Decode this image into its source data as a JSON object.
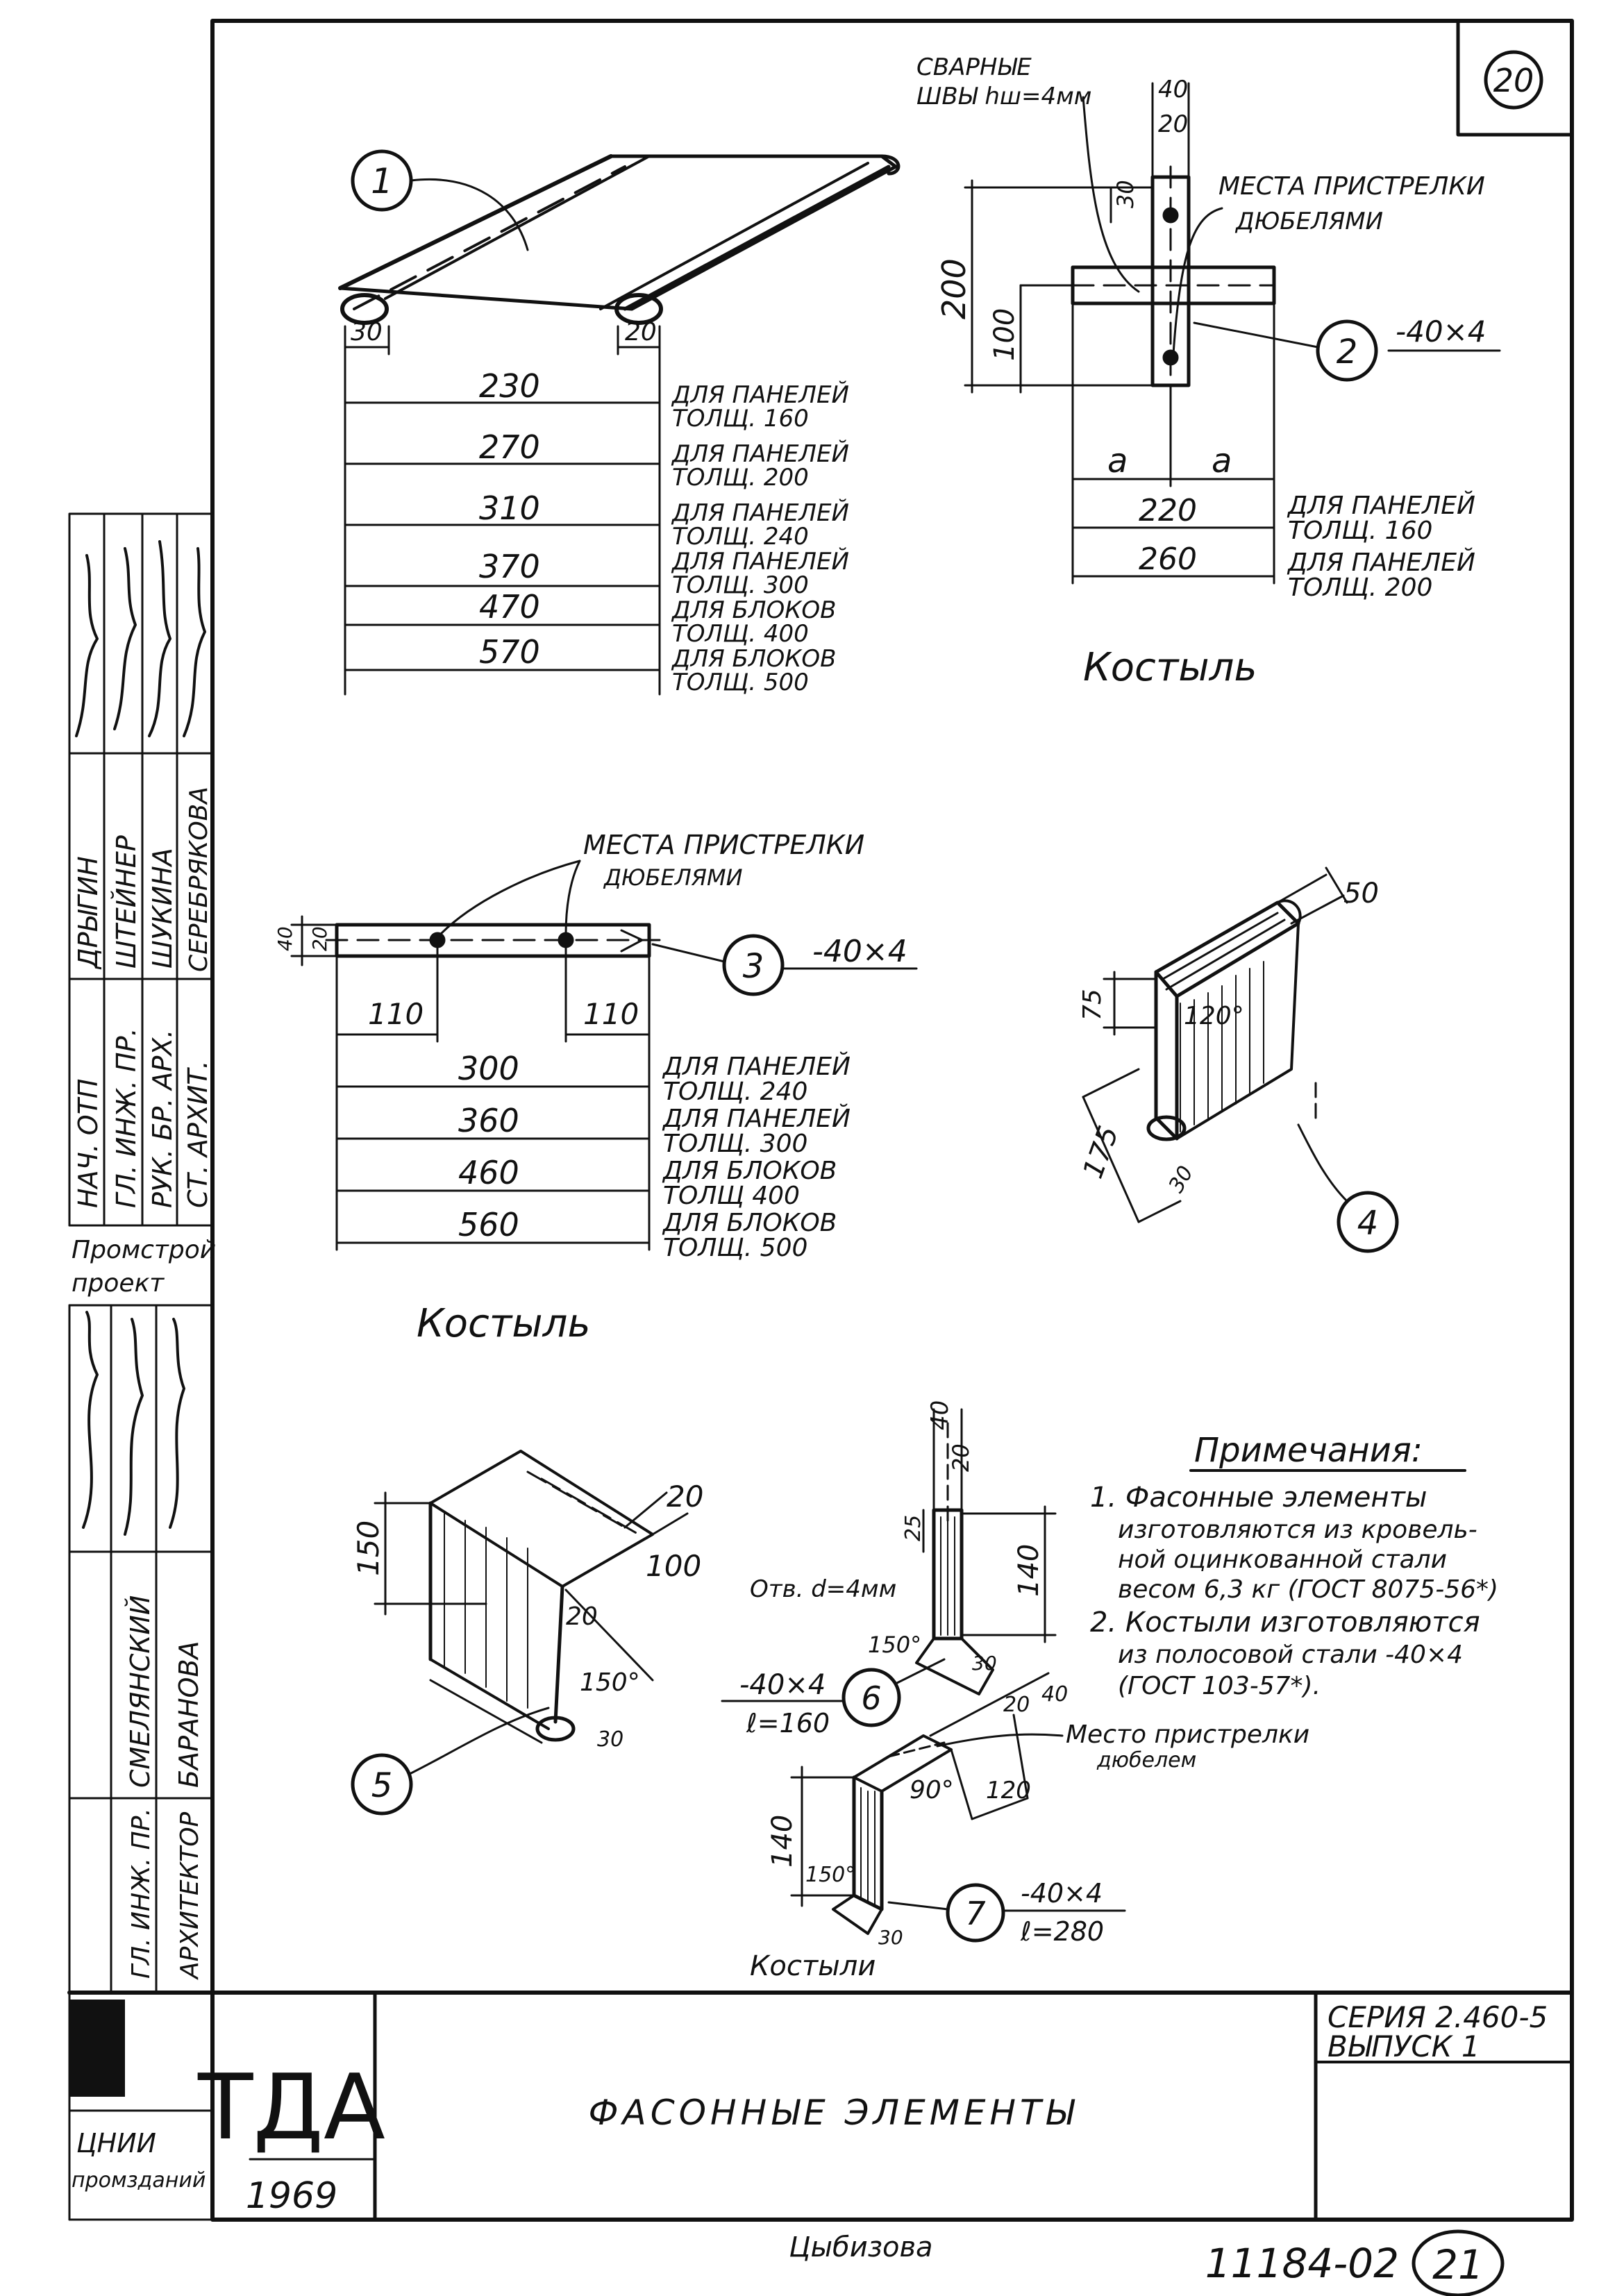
{
  "sheet": {
    "sheet_no": "20",
    "title": "ФАСОННЫЕ ЭЛЕМЕНТЫ",
    "series_line1": "СЕРИЯ 2.460-5",
    "series_line2": "ВЫПУСК 1",
    "org_abbrev": "ТДА",
    "year": "1969",
    "org_bottom_line1": "ЦНИИ",
    "org_bottom_line2": "промзданий",
    "org_middle_line1": "Промстрой",
    "org_middle_line2": "проект",
    "copied_by": "Цыбизова",
    "doc_no": "11184-02",
    "doc_page": "21"
  },
  "stamp": {
    "upper_group": [
      {
        "role": "НАЧ. ОТП",
        "name": "ДРЫГИН"
      },
      {
        "role": "ГЛ. ИНЖ. ПР.",
        "name": "ШТЕЙНЕР"
      },
      {
        "role": "РУК. БР. АРХ.",
        "name": "ШУКИНА"
      },
      {
        "role": "СТ. АРХИТ.",
        "name": "СЕРЕБРЯКОВА"
      }
    ],
    "lower_group": [
      {
        "role": "ГЛ. ИНЖ. ПР.",
        "name": "СМЕЛЯНСКИЙ"
      },
      {
        "role": "АРХИТЕКТОР",
        "name": "БАРАНОВА"
      }
    ]
  },
  "detail1": {
    "callout": "1",
    "dims_left": "30",
    "dims_right": "20",
    "widths": [
      "230",
      "270",
      "310",
      "370",
      "470",
      "570"
    ],
    "notes": [
      {
        "l1": "ДЛЯ ПАНЕЛЕЙ",
        "l2": "ТОЛЩ. 160"
      },
      {
        "l1": "ДЛЯ ПАНЕЛЕЙ",
        "l2": "ТОЛЩ. 200"
      },
      {
        "l1": "ДЛЯ ПАНЕЛЕЙ",
        "l2": "ТОЛЩ. 240"
      },
      {
        "l1": "ДЛЯ ПАНЕЛЕЙ",
        "l2": "ТОЛЩ. 300"
      },
      {
        "l1": "ДЛЯ БЛОКОВ",
        "l2": "ТОЛЩ. 400"
      },
      {
        "l1": "ДЛЯ БЛОКОВ",
        "l2": "ТОЛЩ. 500"
      }
    ]
  },
  "detail2": {
    "weld_line1": "СВАРНЫЕ",
    "weld_line2": "ШВЫ hш=4мм",
    "dowel_line1": "МЕСТА ПРИСТРЕЛКИ",
    "dowel_line2": "ДЮБЕЛЯМИ",
    "top_40": "40",
    "top_20": "20",
    "dim_30": "30",
    "dim_200": "200",
    "dim_100": "100",
    "dim_a": "a",
    "callout": "2",
    "section": "-40×4",
    "widths": [
      "220",
      "260"
    ],
    "notes": [
      {
        "l1": "ДЛЯ ПАНЕЛЕЙ",
        "l2": "ТОЛЩ. 160"
      },
      {
        "l1": "ДЛЯ ПАНЕЛЕЙ",
        "l2": "ТОЛЩ. 200"
      }
    ],
    "caption": "Костыль"
  },
  "detail3": {
    "dowel_line1": "МЕСТА ПРИСТРЕЛКИ",
    "dowel_line2": "ДЮБЕЛЯМИ",
    "dim_40": "40",
    "dim_20": "20",
    "dim_110": "110",
    "callout": "3",
    "section": "-40×4",
    "widths": [
      "300",
      "360",
      "460",
      "560"
    ],
    "notes": [
      {
        "l1": "ДЛЯ ПАНЕЛЕЙ",
        "l2": "ТОЛЩ. 240"
      },
      {
        "l1": "ДЛЯ ПАНЕЛЕЙ",
        "l2": "ТОЛЩ. 300"
      },
      {
        "l1": "ДЛЯ БЛОКОВ",
        "l2": "ТОЛЩ 400"
      },
      {
        "l1": "ДЛЯ БЛОКОВ",
        "l2": "ТОЛЩ. 500"
      }
    ],
    "caption": "Костыль"
  },
  "detail4": {
    "dim_50": "50",
    "dim_75": "75",
    "dim_175": "175",
    "dim_30": "30",
    "angle": "120°",
    "callout": "4"
  },
  "detail5": {
    "dim_150": "150",
    "dim_20": "20",
    "dim_100": "100",
    "dim_20b": "20",
    "angle": "150°",
    "dim_30": "30",
    "callout": "5"
  },
  "detail6": {
    "dim_40": "40",
    "dim_20": "20",
    "dim_25": "25",
    "hole": "Отв. d=4мм",
    "dim_140": "140",
    "angle": "150°",
    "dim_30": "30",
    "callout": "6",
    "section": "-40×4",
    "length": "ℓ=160"
  },
  "detail7": {
    "dowel": "Место пристрелки",
    "dowel_line2": "дюбелем",
    "dim_40": "40",
    "dim_20": "20",
    "angle90": "90°",
    "dim_120": "120",
    "dim_140": "140",
    "angle150": "150°",
    "dim_30": "30",
    "callout": "7",
    "section": "-40×4",
    "length": "ℓ=280",
    "caption": "Костыли"
  },
  "notes": {
    "heading": "Примечания:",
    "lines": [
      "1. Фасонные элементы",
      "изготовляются из кровель-",
      "ной оцинкованной стали",
      "весом 6,3 кг (ГОСТ 8075-56*)",
      "2. Костыли изготовляются",
      "из полосовой стали -40×4",
      "(ГОСТ 103-57*)."
    ]
  }
}
